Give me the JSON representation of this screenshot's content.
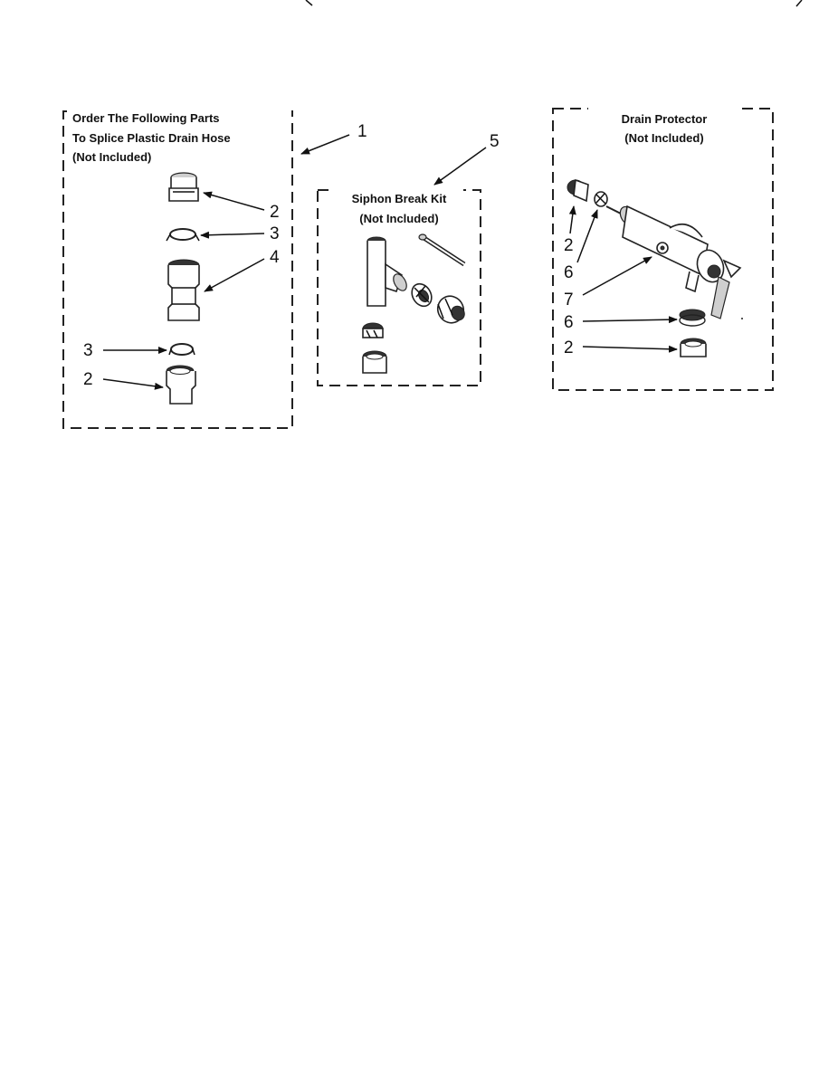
{
  "panels": {
    "splice": {
      "title_lines": [
        "Order The Following Parts",
        "To Splice Plastic Drain Hose",
        "(Not Included)"
      ],
      "callouts": [
        "1",
        "2",
        "3",
        "4",
        "3",
        "2"
      ]
    },
    "siphon": {
      "title_lines": [
        "Siphon Break Kit",
        "(Not Included)"
      ],
      "callouts": [
        "5"
      ]
    },
    "drain": {
      "title_lines": [
        "Drain Protector",
        "(Not Included)"
      ],
      "callouts": [
        "2",
        "6",
        "7",
        "6",
        "2"
      ]
    }
  }
}
